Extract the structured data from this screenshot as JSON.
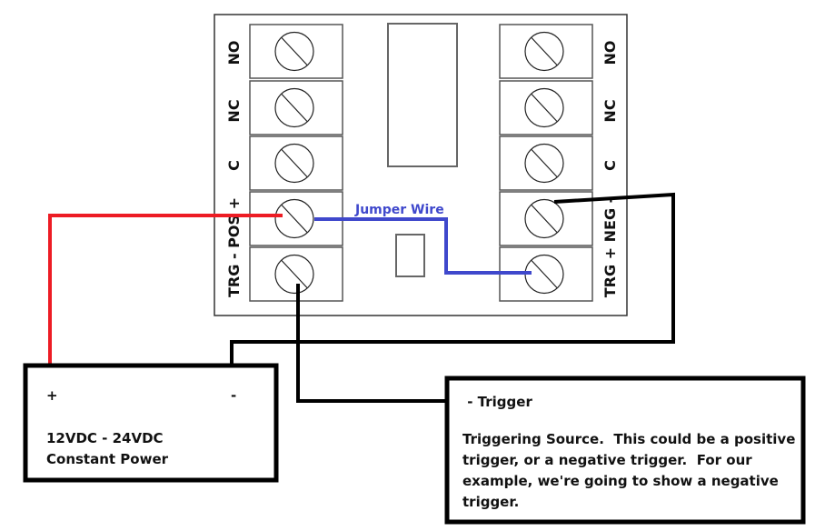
{
  "board": {
    "left_terminals": [
      {
        "label": "NO"
      },
      {
        "label": "NC"
      },
      {
        "label": "C"
      },
      {
        "label": "TRG - POS +"
      },
      {
        "label": ""
      }
    ],
    "right_terminals": [
      {
        "label": "NO"
      },
      {
        "label": "NC"
      },
      {
        "label": "C"
      },
      {
        "label": "TRG + NEG -"
      },
      {
        "label": ""
      }
    ]
  },
  "wires": {
    "jumper_label": "Jumper Wire",
    "colors": {
      "positive": "#ed1c24",
      "jumper": "#3f48cc",
      "ground": "#000000"
    }
  },
  "power_box": {
    "plus": "+",
    "minus": "-",
    "line1": "12VDC - 24VDC",
    "line2": "Constant Power"
  },
  "trigger_box": {
    "title": " - Trigger",
    "lines": [
      "Triggering Source.  This could be a positive",
      "trigger, or a negative trigger.  For our",
      "example, we're going to show a negative",
      "trigger."
    ]
  }
}
